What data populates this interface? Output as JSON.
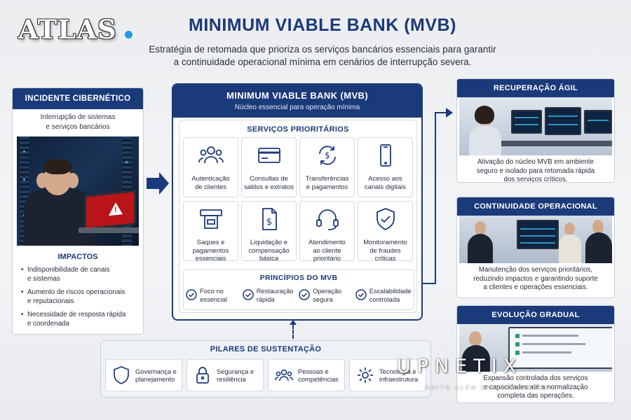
{
  "brand": {
    "logo": "ATLAS",
    "accent": "#1f9be0"
  },
  "header": {
    "title": "MINIMUM VIABLE BANK (MVB)",
    "subtitle_line1": "Estratégia de retomada que prioriza os serviços bancários essenciais para garantir",
    "subtitle_line2": "a continuidade operacional mínima em cenários de interrupção severa."
  },
  "colors": {
    "primary": "#1b3a7a",
    "alert": "#b9141a",
    "background": "#eef0f3"
  },
  "incident": {
    "title": "INCIDENTE CIBERNÉTICO",
    "desc_line1": "Interrupção de sistemas",
    "desc_line2": "e serviços bancários",
    "impacts_title": "IMPACTOS",
    "impacts": [
      {
        "line1": "Indisponibilidade de canais",
        "line2": "e sistemas"
      },
      {
        "line1": "Aumento de riscos operacionais",
        "line2": "e reputacionais"
      },
      {
        "line1": "Necessidade de resposta rápida",
        "line2": "e coordenada"
      }
    ]
  },
  "mvb": {
    "title": "MINIMUM VIABLE BANK (MVB)",
    "subtitle": "Núcleo essencial para operação mínima",
    "services_title": "SERVIÇOS PRIORITÁRIOS",
    "services": [
      {
        "icon": "users-icon",
        "line1": "Autenticação",
        "line2": "de clientes",
        "line3": ""
      },
      {
        "icon": "credit-card-icon",
        "line1": "Consultas de",
        "line2": "saldos e extratos",
        "line3": ""
      },
      {
        "icon": "dollar-cycle-icon",
        "line1": "Transferências",
        "line2": "e pagamentos",
        "line3": ""
      },
      {
        "icon": "smartphone-icon",
        "line1": "Acesso aos",
        "line2": "canais digitais",
        "line3": ""
      },
      {
        "icon": "atm-cash-icon",
        "line1": "Saques e",
        "line2": "pagamentos",
        "line3": "essenciais"
      },
      {
        "icon": "document-dollar-icon",
        "line1": "Liquidação e",
        "line2": "compensação",
        "line3": "básica"
      },
      {
        "icon": "headset-icon",
        "line1": "Atendimento",
        "line2": "ao cliente",
        "line3": "prioritário"
      },
      {
        "icon": "shield-check-icon",
        "line1": "Monitoramento",
        "line2": "de fraudes",
        "line3": "críticas"
      }
    ],
    "principles_title": "PRINCÍPIOS DO MVB",
    "principles": [
      {
        "line1": "Foco no",
        "line2": "essencial"
      },
      {
        "line1": "Restauração",
        "line2": "rápida"
      },
      {
        "line1": "Operação",
        "line2": "segura"
      },
      {
        "line1": "Escalabilidade",
        "line2": "controlada"
      }
    ]
  },
  "pillars": {
    "title": "PILARES DE SUSTENTAÇÃO",
    "items": [
      {
        "icon": "shield-icon",
        "line1": "Governança e",
        "line2": "planejamento"
      },
      {
        "icon": "lock-icon",
        "line1": "Segurança e",
        "line2": "resiliência"
      },
      {
        "icon": "people-icon",
        "line1": "Pessoas e",
        "line2": "competências"
      },
      {
        "icon": "gear-icon",
        "line1": "Tecnologia e",
        "line2": "infraestrutura"
      }
    ]
  },
  "phases": [
    {
      "title": "RECUPERAÇÃO ÁGIL",
      "line1": "Ativação do núcleo MVB em ambiente",
      "line2": "seguro e isolado para retomada rápida",
      "line3": "dos serviços críticos."
    },
    {
      "title": "CONTINUIDADE OPERACIONAL",
      "line1": "Manutenção dos serviços prioritários,",
      "line2": "reduzindo impactos e garantindo suporte",
      "line3": "a clientes e operações essenciais."
    },
    {
      "title": "EVOLUÇÃO GRADUAL",
      "line1": "Expansão controlada dos serviços",
      "line2": "e capacidades até a normalização",
      "line3": "completa das operações."
    }
  ],
  "watermark": {
    "name": "UPNETIX",
    "tagline": "MUITO ALÉM DA VELOCIDADE"
  }
}
